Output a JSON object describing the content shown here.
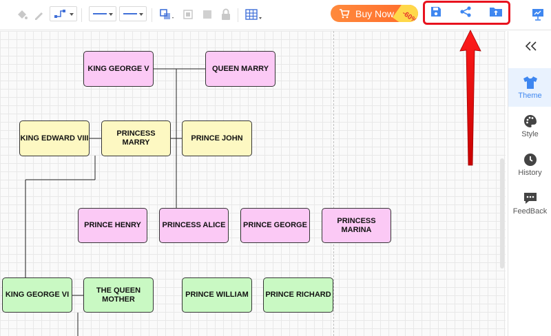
{
  "toolbar": {
    "buy_now_label": "Buy Now",
    "discount_badge": "-60%",
    "actions": [
      "save-icon",
      "share-icon",
      "export-icon"
    ]
  },
  "side_panel": {
    "items": [
      {
        "label": "Theme",
        "icon": "shirt-icon",
        "active": true
      },
      {
        "label": "Style",
        "icon": "palette-icon",
        "active": false
      },
      {
        "label": "History",
        "icon": "clock-icon",
        "active": false
      },
      {
        "label": "FeedBack",
        "icon": "feedback-icon",
        "active": false
      }
    ]
  },
  "diagram": {
    "nodes": [
      {
        "label": "KING GEORGE V",
        "color": "#fbc9f5"
      },
      {
        "label": "QUEEN MARRY",
        "color": "#fbc9f5"
      },
      {
        "label": "KING EDWARD VIII",
        "color": "#fdf8c2"
      },
      {
        "label": "PRINCESS MARRY",
        "color": "#fdf8c2"
      },
      {
        "label": "PRINCE JOHN",
        "color": "#fdf8c2"
      },
      {
        "label": "PRINCE HENRY",
        "color": "#fbc9f5"
      },
      {
        "label": "PRINCESS ALICE",
        "color": "#fbc9f5"
      },
      {
        "label": "PRINCE GEORGE",
        "color": "#fbc9f5"
      },
      {
        "label": "PRINCESS MARINA",
        "color": "#fbc9f5"
      },
      {
        "label": "KING GEORGE VI",
        "color": "#c9f9c3"
      },
      {
        "label": "THE QUEEN MOTHER",
        "color": "#c9f9c3"
      },
      {
        "label": "PRINCE WILLIAM",
        "color": "#c9f9c3"
      },
      {
        "label": "PRINCE RICHARD",
        "color": "#c9f9c3"
      }
    ]
  },
  "colors": {
    "highlight": "#e8121e",
    "accent": "#3f87f0",
    "buy_now": "#ff7a33"
  }
}
